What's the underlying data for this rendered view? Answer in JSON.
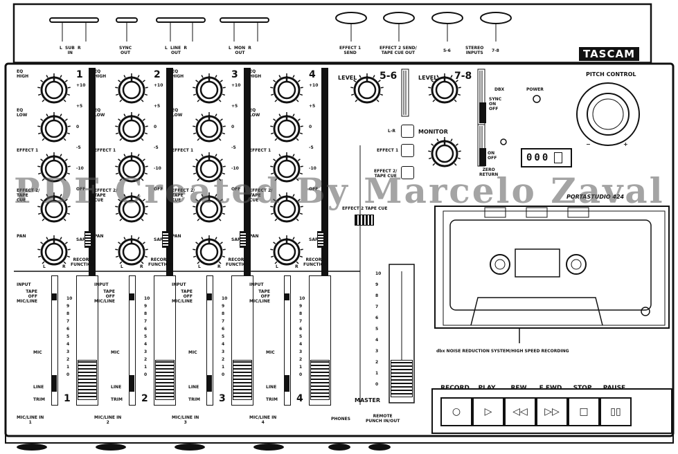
{
  "brand": "TASCAM",
  "model": "PORTASTUDIO 424",
  "watermark": "PDF Created By Marcelo Zaval",
  "rear_labels": [
    {
      "top": "L",
      "mid": "SUB IN",
      "bot": "R",
      "extra": "L  SUB  R\nIN"
    },
    {
      "mid": "SYNC\nOUT"
    },
    {
      "mid": "L  LINE  R\nOUT"
    },
    {
      "mid": "L  MON  R\nOUT"
    },
    {
      "mid": "EFFECT 1\nSEND"
    },
    {
      "mid": "EFFECT 2 SEND/\nTAPE CUE OUT"
    },
    {
      "mid": "5-6"
    },
    {
      "mid": "STEREO\nINPUTS   7-8"
    }
  ],
  "rear": {
    "sub_in": "L  SUB  R\nIN",
    "sync_out": "SYNC\nOUT",
    "line_out": "L  LINE  R\nOUT",
    "mon_out": "L  MON  R\nOUT",
    "effect1_send": "EFFECT 1\nSEND",
    "effect2_send": "EFFECT 2 SEND/\nTAPE CUE OUT",
    "in56": "5-6",
    "stereo_inputs": "STEREO\nINPUTS",
    "in78": "7-8"
  },
  "channels": [
    {
      "number": "1",
      "mic_line": "MIC/LINE IN\n1"
    },
    {
      "number": "2",
      "mic_line": "MIC/LINE IN\n2"
    },
    {
      "number": "3",
      "mic_line": "MIC/LINE IN\n3"
    },
    {
      "number": "4",
      "mic_line": "MIC/LINE IN\n4"
    }
  ],
  "strip_labels": {
    "eq_high": "EQ\nHIGH",
    "eq_low": "EQ\nLOW",
    "effect1": "EFFECT 1",
    "effect2": "EFFECT 2/\nTAPE\nCUE",
    "pan": "PAN",
    "record_function": "RECORD\nFUNCTION",
    "safe": "L\nSAFE\nR",
    "input": "INPUT",
    "input_opts": "TAPE\nOFF\nMIC/LINE",
    "mic": "MIC",
    "line": "LINE",
    "trim": "TRIM",
    "pan_l": "L",
    "pan_r": "R",
    "eq_scale": [
      "+10",
      "+5",
      "0",
      "-5",
      "-10",
      "OFF"
    ]
  },
  "fader_scale": [
    "10",
    "9",
    "8",
    "7",
    "6",
    "5",
    "4",
    "3",
    "2",
    "1",
    "0"
  ],
  "center": {
    "level_56": "LEVEL",
    "ch56": "5-6",
    "level_78": "LEVEL",
    "ch78": "7-8",
    "monitor": "MONITOR",
    "mon_lr": "L-R",
    "mon_eff1": "EFFECT 1",
    "mon_eff2": "EFFECT 2/\nTAPE CUE",
    "effect2_switch": "EFFECT 2   TAPE CUE",
    "master": "MASTER",
    "dbx": "DBX",
    "sync": "SYNC\nON\nOFF",
    "zero_return": "ZERO\nRETURN",
    "zero_onoff": "ON\nOFF",
    "power": "POWER",
    "pitch_control": "PITCH CONTROL",
    "pitch_minus": "−",
    "pitch_plus": "+",
    "counter": "000",
    "dbx_note": "dbx NOISE REDUCTION SYSTEM/HIGH SPEED RECORDING",
    "phones": "PHONES",
    "remote": "REMOTE\nPUNCH IN/OUT"
  },
  "transport": [
    {
      "label": "RECORD",
      "icon": "record-icon",
      "glyph": "○"
    },
    {
      "label": "PLAY",
      "icon": "play-icon",
      "glyph": "▷"
    },
    {
      "label": "REW",
      "icon": "rewind-icon",
      "glyph": "◁◁"
    },
    {
      "label": "F FWD",
      "icon": "fast-forward-icon",
      "glyph": "▷▷"
    },
    {
      "label": "STOP",
      "icon": "stop-icon",
      "glyph": "□"
    },
    {
      "label": "PAUSE",
      "icon": "pause-icon",
      "glyph": "▯▯"
    }
  ]
}
